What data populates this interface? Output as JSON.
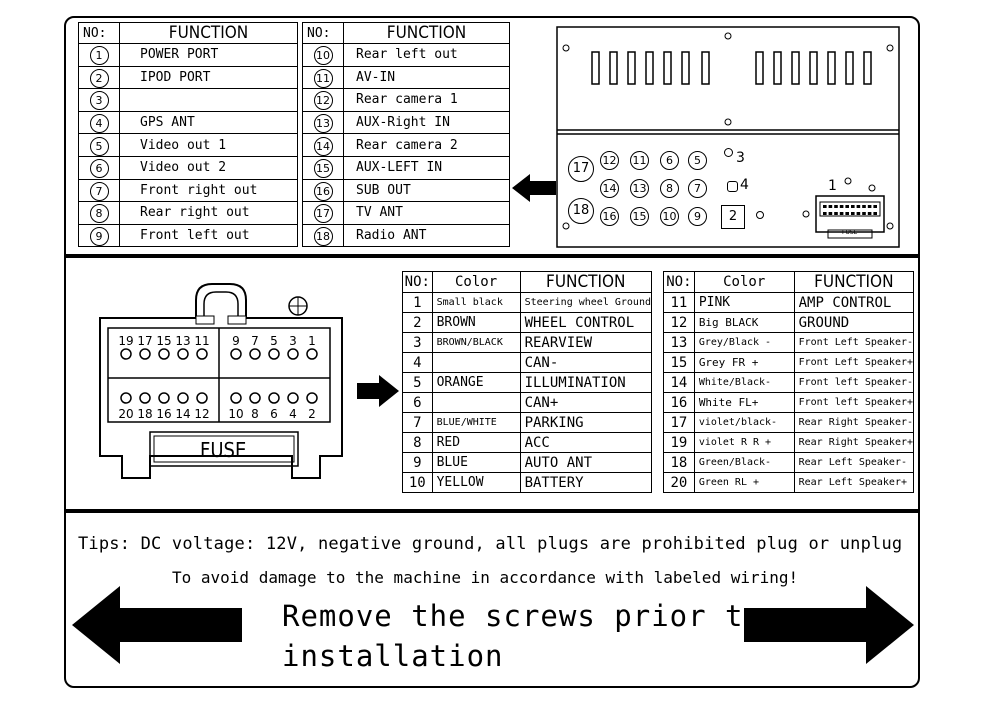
{
  "top_table_left": {
    "header": {
      "no": "NO:",
      "function": "FUNCTION"
    },
    "rows": [
      {
        "no": "1",
        "fn": "POWER PORT"
      },
      {
        "no": "2",
        "fn": "IPOD PORT"
      },
      {
        "no": "3",
        "fn": ""
      },
      {
        "no": "4",
        "fn": "GPS ANT"
      },
      {
        "no": "5",
        "fn": "Video out 1"
      },
      {
        "no": "6",
        "fn": "Video out 2"
      },
      {
        "no": "7",
        "fn": "Front right out"
      },
      {
        "no": "8",
        "fn": "Rear right out"
      },
      {
        "no": "9",
        "fn": "Front left out"
      }
    ]
  },
  "top_table_right": {
    "header": {
      "no": "NO:",
      "function": "FUNCTION"
    },
    "rows": [
      {
        "no": "10",
        "fn": "Rear left out"
      },
      {
        "no": "11",
        "fn": "AV-IN"
      },
      {
        "no": "12",
        "fn": "Rear camera 1"
      },
      {
        "no": "13",
        "fn": "AUX-Right IN"
      },
      {
        "no": "14",
        "fn": "Rear camera 2"
      },
      {
        "no": "15",
        "fn": "AUX-LEFT IN"
      },
      {
        "no": "16",
        "fn": "SUB OUT"
      },
      {
        "no": "17",
        "fn": "TV ANT"
      },
      {
        "no": "18",
        "fn": "Radio ANT"
      }
    ]
  },
  "back_panel": {
    "ports_row1": [
      "17",
      "12",
      "11",
      "6",
      "5",
      "3"
    ],
    "ports_row2": [
      "14",
      "13",
      "8",
      "7",
      "4"
    ],
    "ports_row3": [
      "18",
      "16",
      "15",
      "10",
      "9",
      "2"
    ],
    "connector_label": "1",
    "fuse_label": "FUSE"
  },
  "harness": {
    "pins_top": [
      "19",
      "17",
      "15",
      "13",
      "11",
      "9",
      "7",
      "5",
      "3",
      "1"
    ],
    "pins_bottom": [
      "20",
      "18",
      "16",
      "14",
      "12",
      "10",
      "8",
      "6",
      "4",
      "2"
    ],
    "fuse_label": "FUSE"
  },
  "wire_table_left": {
    "header": {
      "no": "NO:",
      "color": "Color",
      "function": "FUNCTION"
    },
    "rows": [
      {
        "no": "1",
        "color": "Small black",
        "fn": "Steering wheel Ground"
      },
      {
        "no": "2",
        "color": "BROWN",
        "fn": "WHEEL CONTROL"
      },
      {
        "no": "3",
        "color": "BROWN/BLACK",
        "fn": "REARVIEW"
      },
      {
        "no": "4",
        "color": "",
        "fn": "CAN-"
      },
      {
        "no": "5",
        "color": "ORANGE",
        "fn": "ILLUMINATION"
      },
      {
        "no": "6",
        "color": "",
        "fn": "CAN+"
      },
      {
        "no": "7",
        "color": "BLUE/WHITE",
        "fn": "PARKING"
      },
      {
        "no": "8",
        "color": "RED",
        "fn": "ACC"
      },
      {
        "no": "9",
        "color": "BLUE",
        "fn": "AUTO ANT"
      },
      {
        "no": "10",
        "color": "YELLOW",
        "fn": "BATTERY"
      }
    ]
  },
  "wire_table_right": {
    "header": {
      "no": "NO:",
      "color": "Color",
      "function": "FUNCTION"
    },
    "rows": [
      {
        "no": "11",
        "color": "PINK",
        "fn": "AMP CONTROL"
      },
      {
        "no": "12",
        "color": "Big BLACK",
        "fn": "GROUND"
      },
      {
        "no": "13",
        "color": "Grey/Black -",
        "fn": "Front Left Speaker-"
      },
      {
        "no": "15",
        "color": "Grey FR +",
        "fn": "Front Left Speaker+"
      },
      {
        "no": "14",
        "color": "White/Black-",
        "fn": "Front left Speaker-"
      },
      {
        "no": "16",
        "color": "White FL+",
        "fn": "Front left Speaker+"
      },
      {
        "no": "17",
        "color": "violet/black-",
        "fn": "Rear Right Speaker-"
      },
      {
        "no": "19",
        "color": "violet R R +",
        "fn": "Rear Right Speaker+"
      },
      {
        "no": "18",
        "color": "Green/Black-",
        "fn": "Rear Left Speaker-"
      },
      {
        "no": "20",
        "color": "Green RL +",
        "fn": "Rear Left Speaker+"
      }
    ]
  },
  "tips": {
    "line1": "Tips: DC voltage: 12V, negative ground, all plugs are prohibited plug or unplug",
    "line2": "To avoid damage to the machine in accordance with labeled wiring!",
    "remove_line1": "Remove the screws prior to",
    "remove_line2": "installation"
  }
}
